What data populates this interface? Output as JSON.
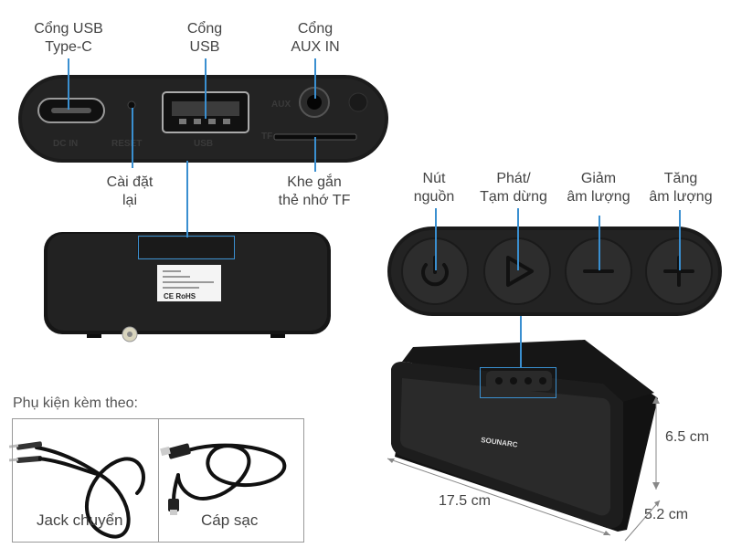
{
  "ports_labels": {
    "usb_c": [
      "Cổng USB",
      "Type-C"
    ],
    "usb": [
      "Cổng",
      "USB"
    ],
    "aux": [
      "Cổng",
      "AUX IN"
    ],
    "reset": [
      "Cài đặt",
      "lại"
    ],
    "tf": [
      "Khe gắn",
      "thẻ nhớ TF"
    ]
  },
  "panel_markings": {
    "dc_in": "DC IN",
    "reset": "RESET",
    "usb": "USB",
    "aux": "AUX",
    "tf": "TF"
  },
  "button_labels": {
    "power": [
      "Nút",
      "nguồn"
    ],
    "play": [
      "Phát/",
      "Tạm dừng"
    ],
    "vol_down": [
      "Giảm",
      "âm lượng"
    ],
    "vol_up": [
      "Tăng",
      "âm lượng"
    ]
  },
  "bottom_label": {
    "cert": "CE RoHS"
  },
  "brand": "SOUNARC",
  "dimensions": {
    "width": "17.5 cm",
    "height": "6.5 cm",
    "depth": "5.2 cm"
  },
  "accessories": {
    "title": "Phụ kiện kèm theo:",
    "items": [
      "Jack chuyển",
      "Cáp sạc"
    ]
  },
  "colors": {
    "accent": "#3a8fd0",
    "device": "#1e1e1e"
  }
}
